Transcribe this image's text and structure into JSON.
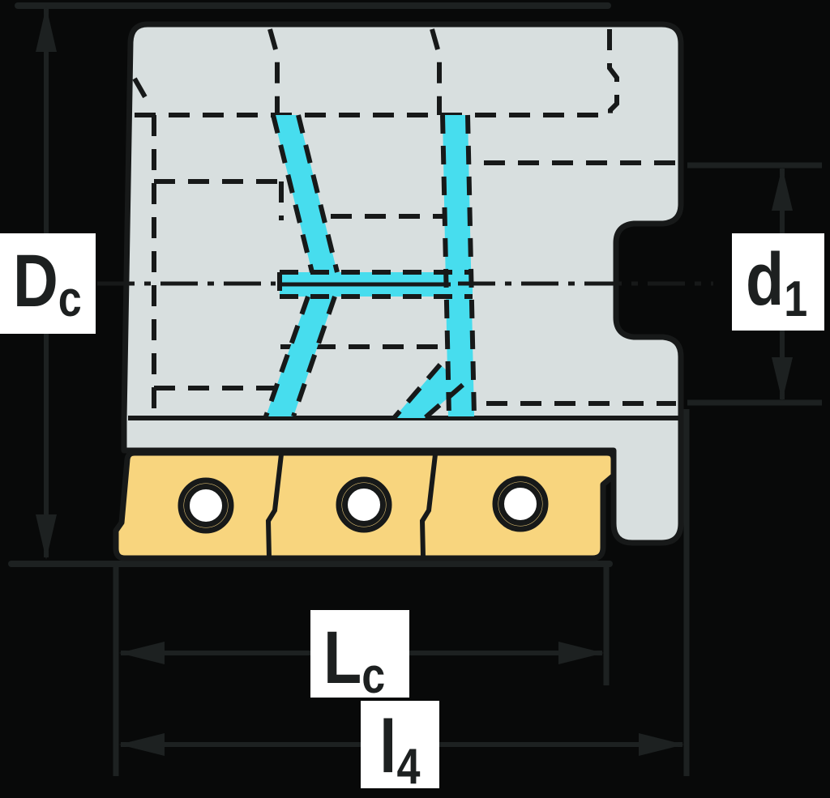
{
  "drawing": {
    "kind": "milling-cutter-section-view",
    "dimension_labels": {
      "dc": {
        "main": "D",
        "sub": "c"
      },
      "d1": {
        "main": "d",
        "sub": "1"
      },
      "lc": {
        "main": "L",
        "sub": "c"
      },
      "l4": {
        "main": "l",
        "sub": "4"
      }
    },
    "colors": {
      "background": "#080909",
      "body": "#d8dfdf",
      "coolant": "#47ddee",
      "insert": "#f8d57e",
      "outline": "#171919",
      "dimension": "#1d2121",
      "label_bg": "#ffffff",
      "label_text": "#1d2020",
      "hole": "#ffffff"
    }
  }
}
